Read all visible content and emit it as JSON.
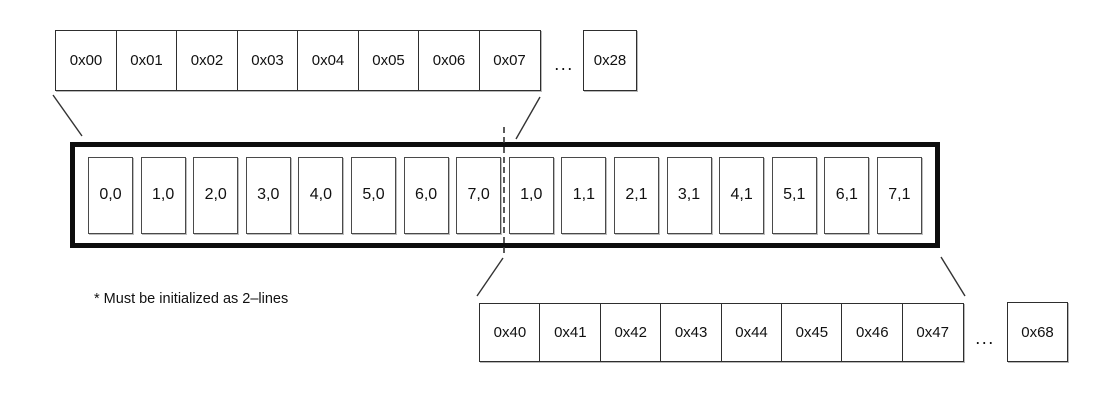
{
  "top_memory_row": {
    "cells": [
      "0x00",
      "0x01",
      "0x02",
      "0x03",
      "0x04",
      "0x05",
      "0x06",
      "0x07"
    ],
    "ellipsis": "...",
    "last_cell": "0x28"
  },
  "cache_line": {
    "cells": [
      "0,0",
      "1,0",
      "2,0",
      "3,0",
      "4,0",
      "5,0",
      "6,0",
      "7,0",
      "1,0",
      "1,1",
      "2,1",
      "3,1",
      "4,1",
      "5,1",
      "6,1",
      "7,1"
    ]
  },
  "bottom_memory_row": {
    "cells": [
      "0x40",
      "0x41",
      "0x42",
      "0x43",
      "0x44",
      "0x45",
      "0x46",
      "0x47"
    ],
    "ellipsis": "...",
    "last_cell": "0x68"
  },
  "footnote": "* Must be initialized as 2–lines",
  "colors": {
    "background": "#ffffff",
    "line": "#333333",
    "thick_border": "#0d0d0d",
    "text": "#111111"
  }
}
